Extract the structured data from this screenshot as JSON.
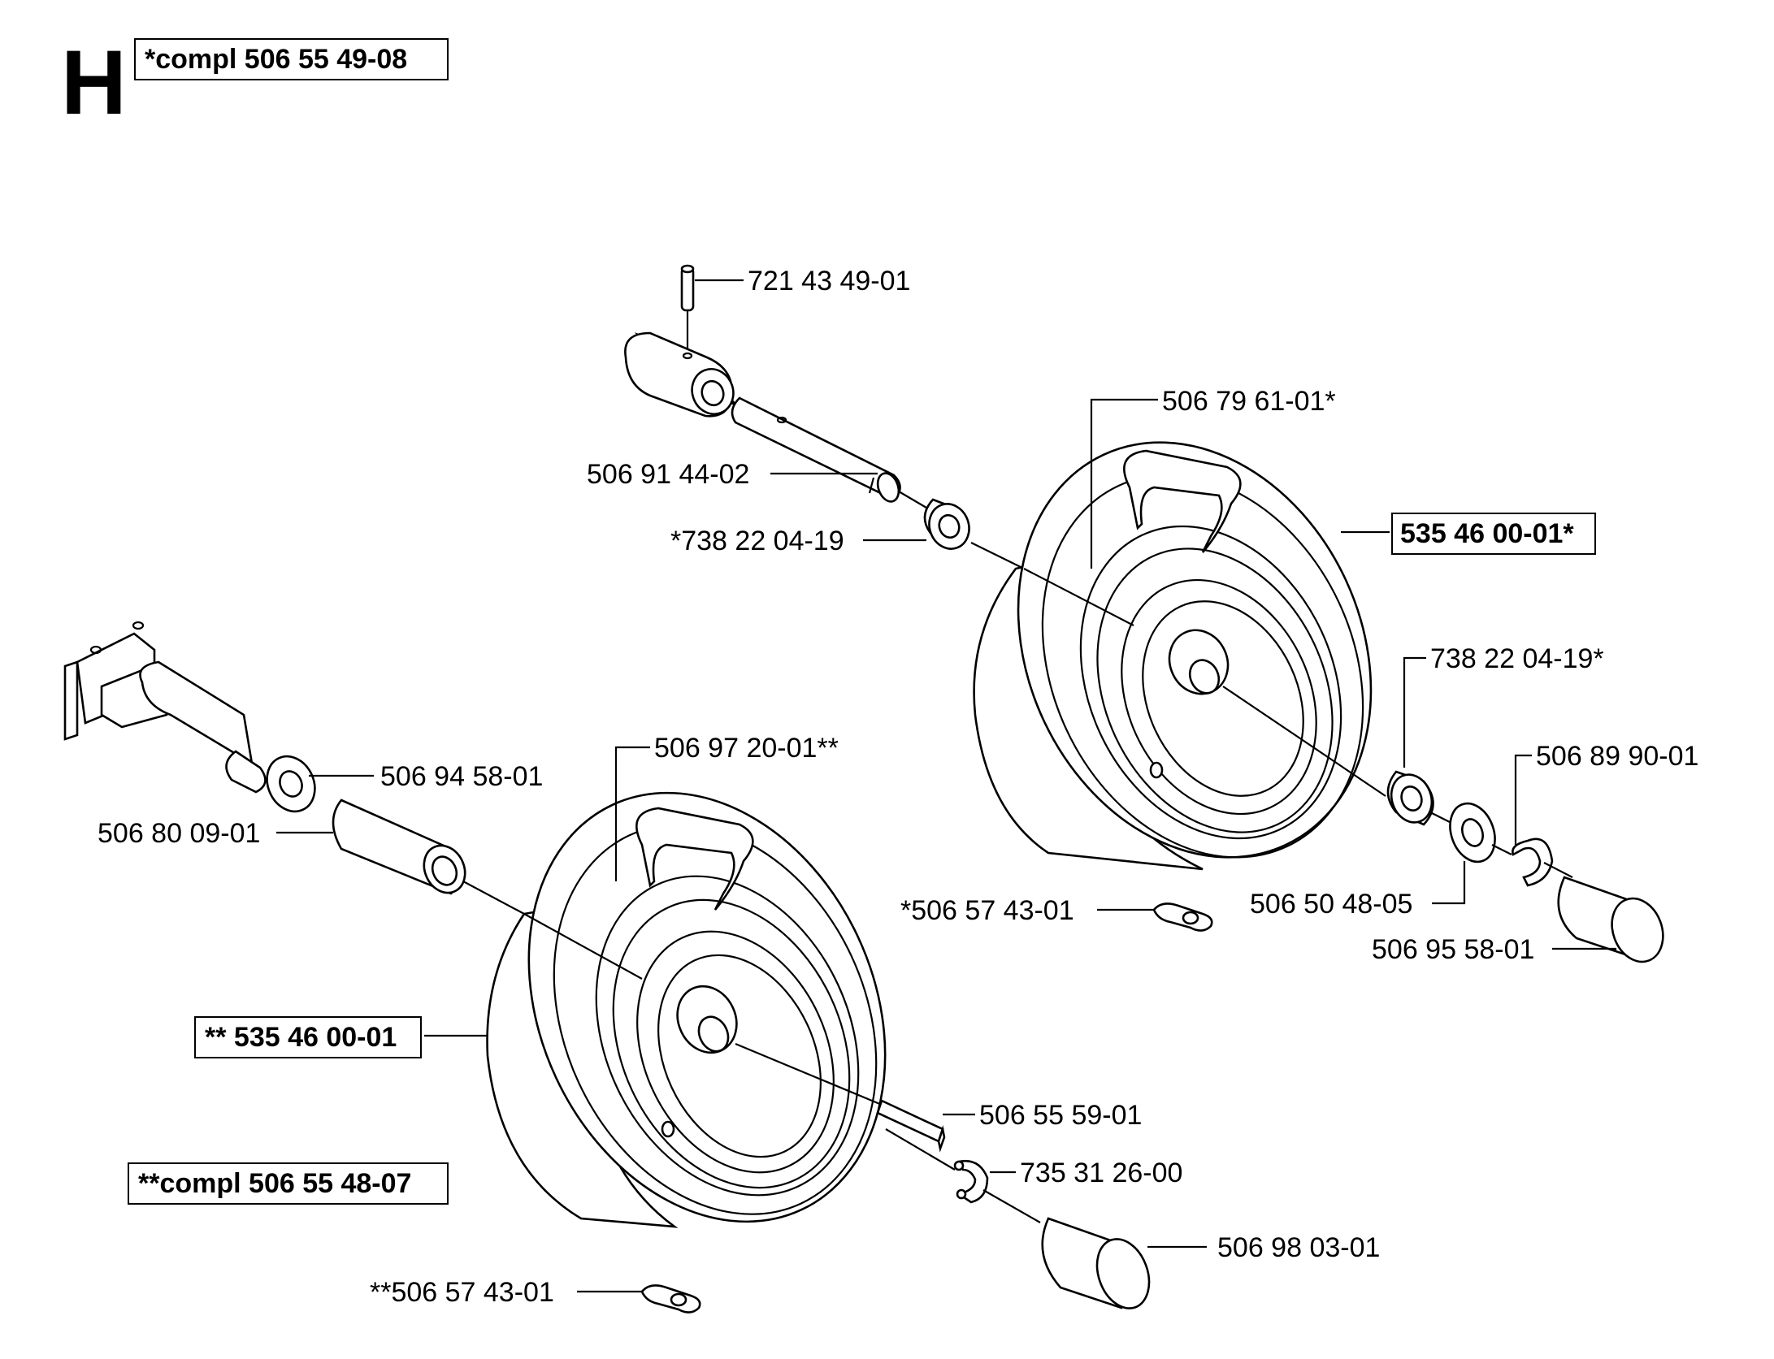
{
  "section_letter": "H",
  "assembly_labels": {
    "compl_front": "*compl 506 55 49-08",
    "compl_rear": "**compl 506 55 48-07"
  },
  "parts": {
    "p721_43_49_01": "721 43 49-01",
    "p506_79_61_01": "506 79 61-01*",
    "p506_91_44_02": "506 91 44-02",
    "p738_22_04_19_a": "*738 22 04-19",
    "p535_46_00_01_a": "535 46 00-01*",
    "p738_22_04_19_b": "738 22 04-19*",
    "p506_89_90_01": "506 89 90-01",
    "p506_97_20_01": "506 97 20-01**",
    "p506_94_58_01": "506 94 58-01",
    "p506_80_09_01": "506 80 09-01",
    "p506_57_43_01_a": "*506 57 43-01",
    "p506_50_48_05": "506 50 48-05",
    "p506_95_58_01": "506 95 58-01",
    "p535_46_00_01_b": "** 535 46 00-01",
    "p506_55_59_01": "506 55 59-01",
    "p735_31_26_00": "735 31 26-00",
    "p506_98_03_01": "506 98 03-01",
    "p506_57_43_01_b": "**506 57 43-01"
  }
}
